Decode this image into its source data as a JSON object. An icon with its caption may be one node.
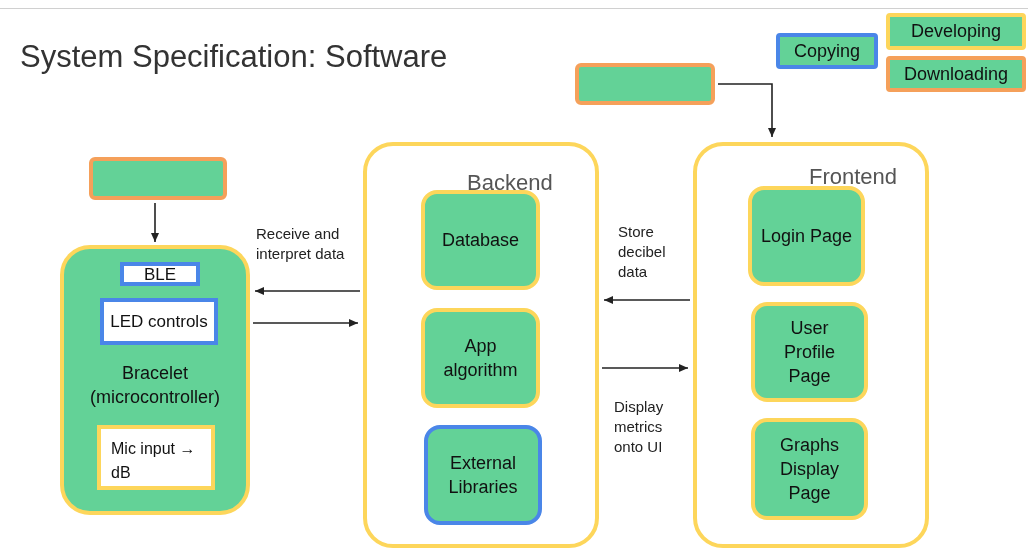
{
  "diagram": {
    "title": "System Specification: Software",
    "nodes": [
      {
        "text": [],
        "shape": "box"
      },
      {
        "text": [
          "Backend"
        ]
      },
      {
        "text": [
          "Database"
        ],
        "in": 1
      },
      {
        "text": [
          "App algorithm"
        ],
        "in": 1
      },
      {
        "text": [
          "External Libraries"
        ],
        "in": 1
      },
      {
        "text": [
          "Frontend"
        ]
      },
      {
        "text": [
          "Login Page"
        ],
        "in": 5
      },
      {
        "text": [
          "User Profile Page"
        ],
        "in": 5
      },
      {
        "text": [
          "Graphs Display Page"
        ],
        "in": 5
      },
      {
        "text": [],
        "shape": "box"
      },
      {
        "text": [
          "Bracelet (microcontroller)"
        ]
      },
      {
        "text": [
          "BLE"
        ],
        "in": 10
      },
      {
        "text": [
          "LED controls"
        ],
        "in": 10
      },
      {
        "text": [
          "Mic input → dB"
        ],
        "in": 10
      }
    ],
    "edges": [
      {
        "from": 0,
        "to": 5,
        "arrow": "to"
      },
      {
        "from": 9,
        "to": 10,
        "arrow": "to"
      },
      {
        "from": 1,
        "to": 10,
        "arrow": "to",
        "label": "Receive and interpret data"
      },
      {
        "from": 10,
        "to": 1,
        "arrow": "to"
      },
      {
        "from": 5,
        "to": 1,
        "arrow": "to",
        "label": "Store decibel data"
      },
      {
        "from": 1,
        "to": 5,
        "arrow": "to",
        "label": "Display metrics onto UI"
      }
    ],
    "legend": [
      {
        "text": "Copying",
        "color": "#4a86e8"
      },
      {
        "text": "Developing",
        "color": "#fdd65b"
      },
      {
        "text": "Downloading",
        "color": "#f5a05a"
      }
    ]
  }
}
